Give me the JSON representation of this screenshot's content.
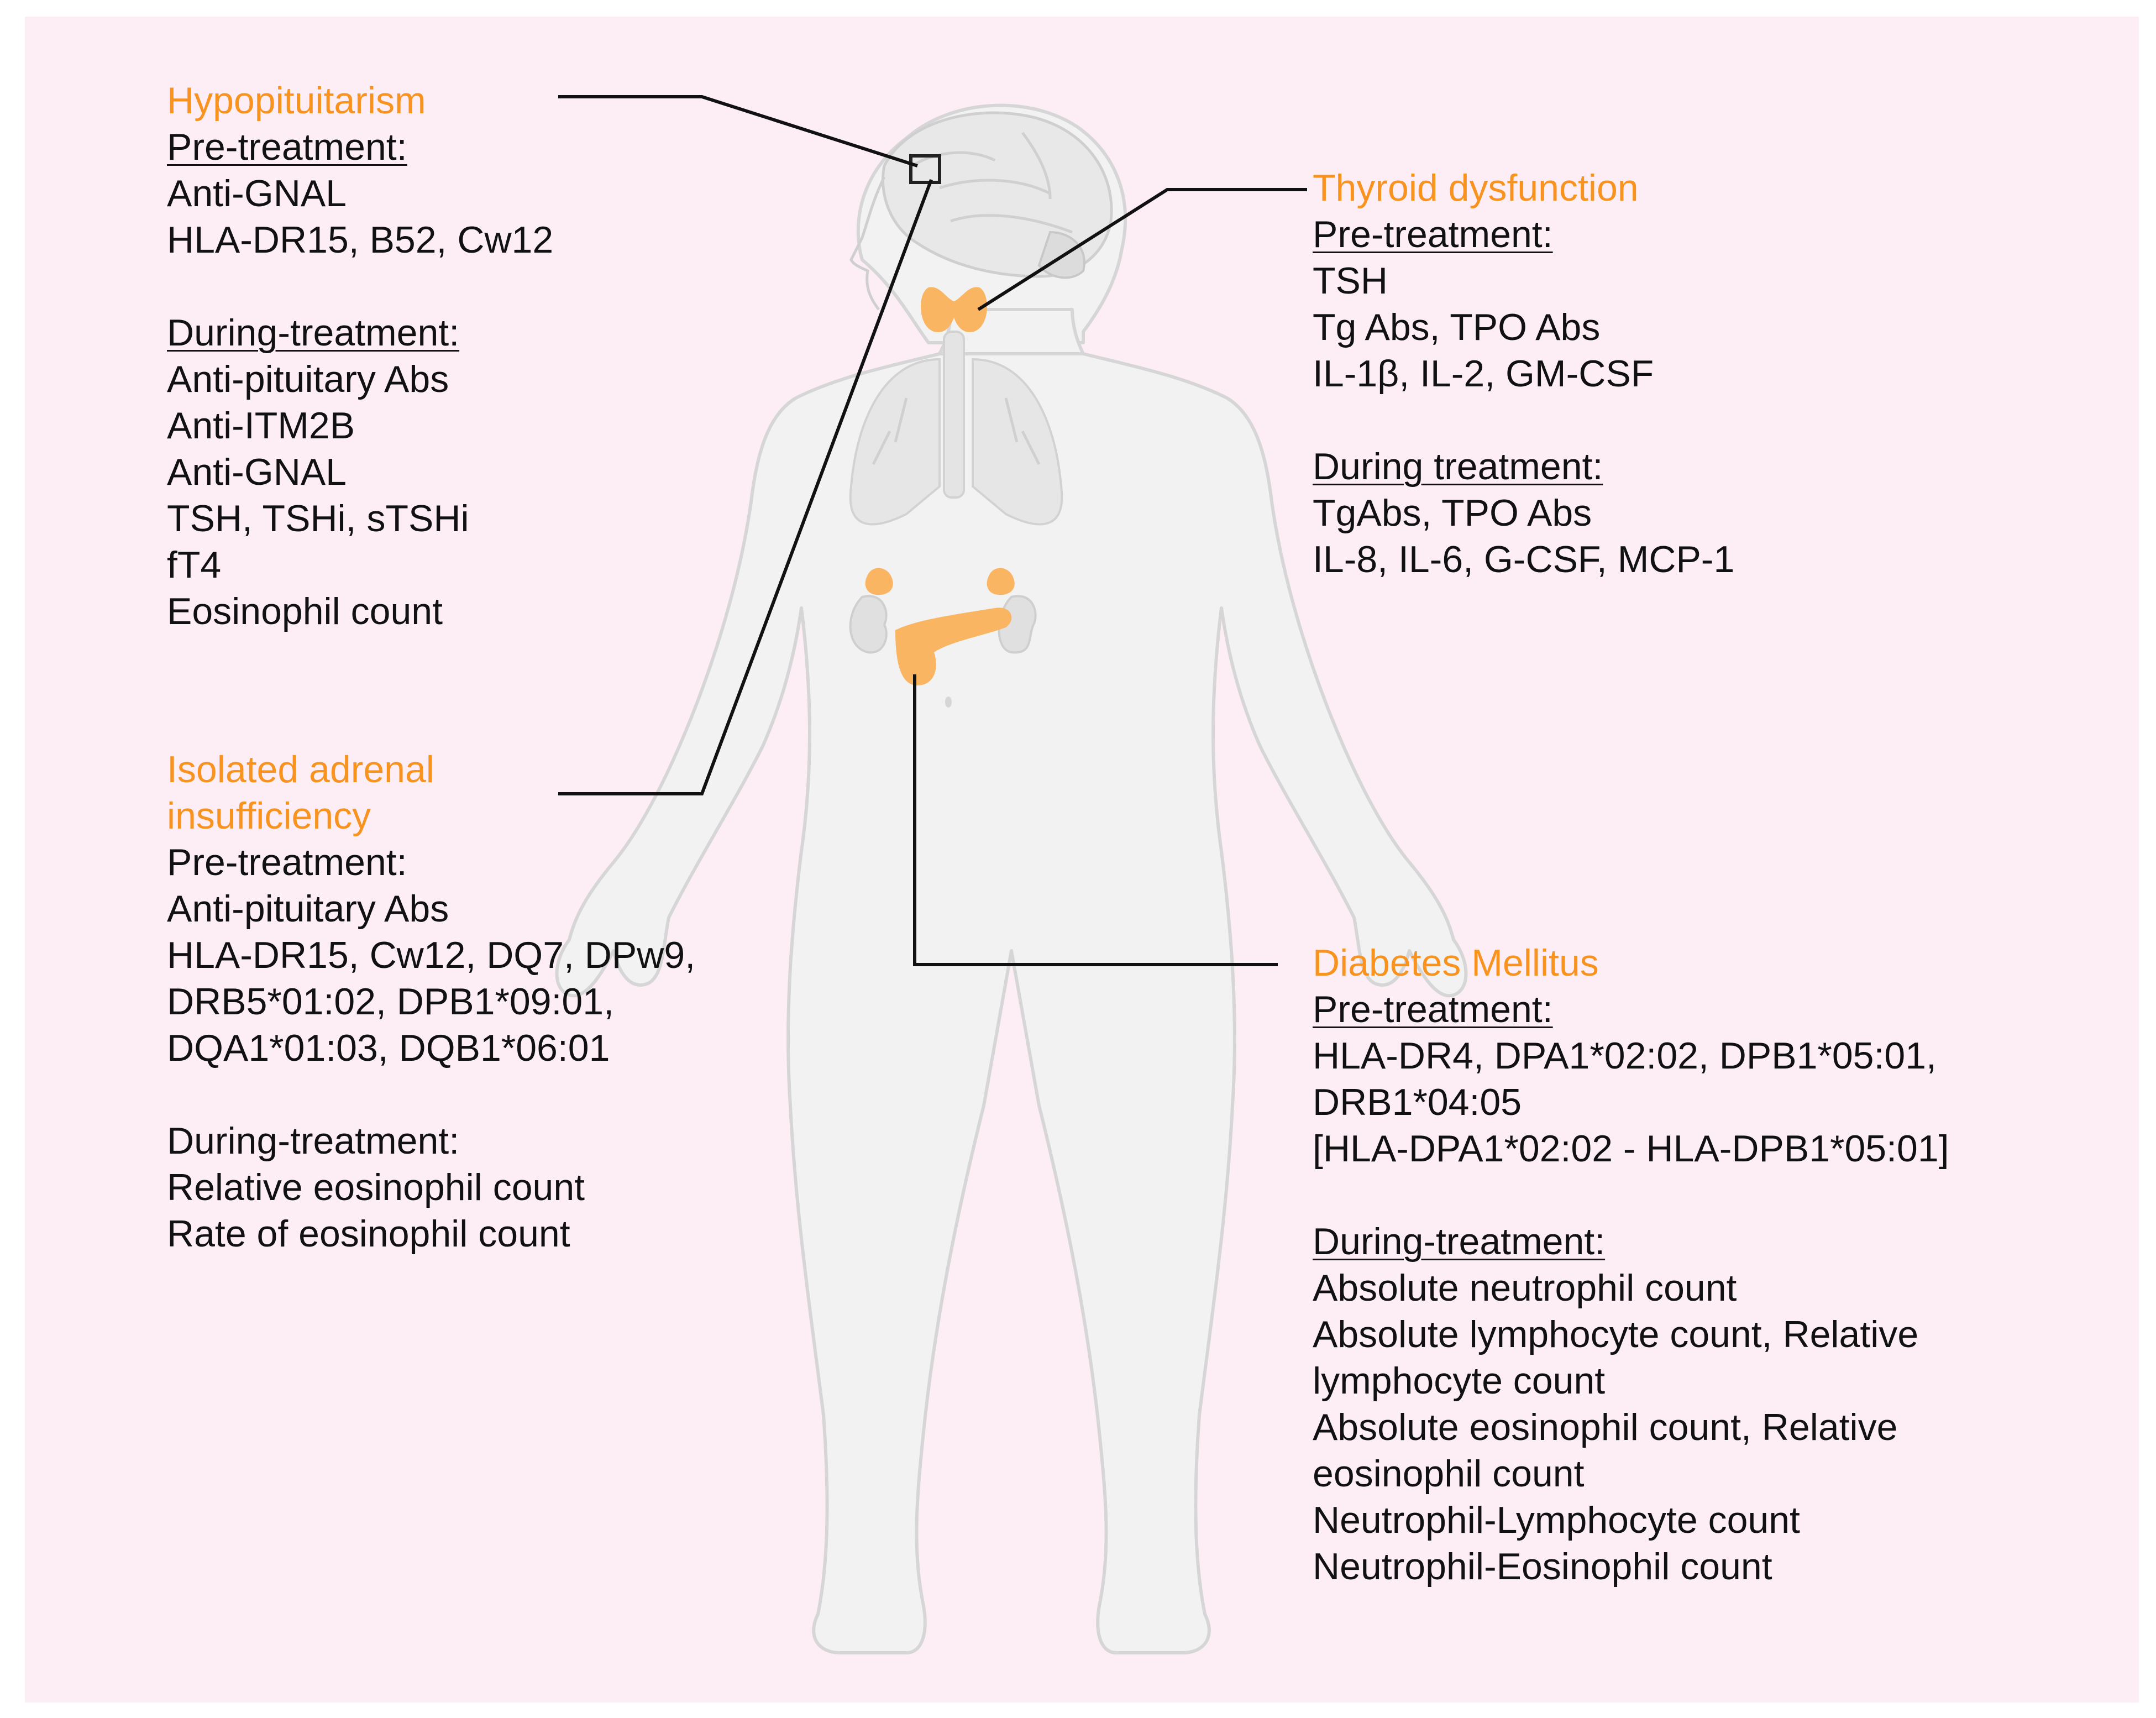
{
  "hypopituitarism": {
    "title": "Hypopituitarism",
    "pre_heading": "Pre-treatment:",
    "pre_items": [
      "Anti-GNAL",
      "HLA-DR15, B52, Cw12"
    ],
    "during_heading": "During-treatment:",
    "during_items": [
      "Anti-pituitary Abs",
      "Anti-ITM2B",
      "Anti-GNAL",
      "TSH, TSHi, sTSHi",
      "fT4",
      "Eosinophil count"
    ]
  },
  "adrenal": {
    "title_lines": [
      "Isolated adrenal",
      "insufficiency"
    ],
    "pre_heading": "Pre-treatment:",
    "pre_items": [
      "Anti-pituitary Abs",
      "HLA-DR15, Cw12, DQ7, DPw9,",
      "DRB5*01:02, DPB1*09:01,",
      "DQA1*01:03, DQB1*06:01"
    ],
    "during_heading": "During-treatment:",
    "during_items": [
      "Relative eosinophil count",
      "Rate of eosinophil count"
    ]
  },
  "thyroid": {
    "title": "Thyroid dysfunction",
    "pre_heading": "Pre-treatment:",
    "pre_items": [
      "TSH",
      "Tg Abs, TPO Abs",
      "IL-1β, IL-2, GM-CSF"
    ],
    "during_heading": "During treatment:",
    "during_items": [
      "TgAbs, TPO Abs",
      "IL-8, IL-6, G-CSF, MCP-1"
    ]
  },
  "diabetes": {
    "title": "Diabetes Mellitus",
    "pre_heading": "Pre-treatment:",
    "pre_items": [
      "HLA-DR4, DPA1*02:02, DPB1*05:01,",
      "DRB1*04:05",
      "[HLA-DPA1*02:02 - HLA-DPB1*05:01]"
    ],
    "during_heading": "During-treatment:",
    "during_items": [
      "Absolute neutrophil count",
      "Absolute lymphocyte count, Relative",
      "lymphocyte count",
      "Absolute eosinophil count, Relative",
      "eosinophil count",
      "Neutrophil-Lymphocyte count",
      "Neutrophil-Eosinophil count"
    ]
  },
  "colors": {
    "title": "#f7931e",
    "organ": "#f9b562",
    "background": "#fdeef5",
    "body": "#f2f2f2",
    "outline": "#d4d4d4"
  }
}
